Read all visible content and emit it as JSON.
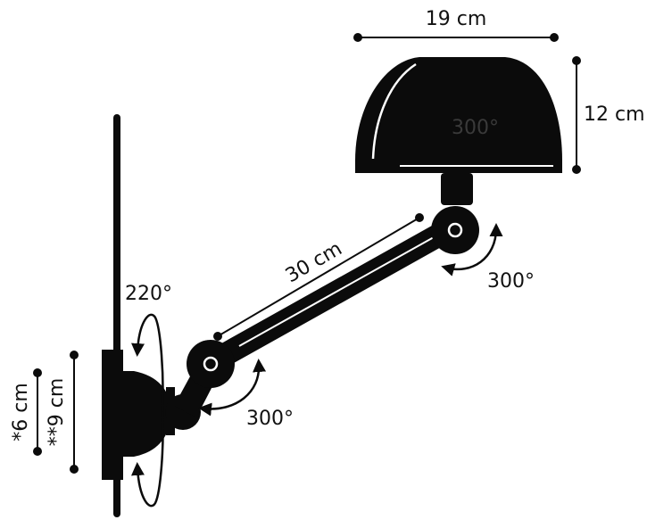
{
  "colors": {
    "ink": "#0b0b0b",
    "highlight": "#ffffff",
    "inner_label": "#3a3a3a"
  },
  "labels": {
    "shade_width": "19 cm",
    "shade_height": "12 cm",
    "shade_rotation": "300°",
    "arm_length": "30 cm",
    "upper_joint_rotation": "300°",
    "base_rotation": "220°",
    "lower_joint_rotation": "300°",
    "base_height_small": "*6 cm",
    "base_height_large": "**9 cm"
  }
}
